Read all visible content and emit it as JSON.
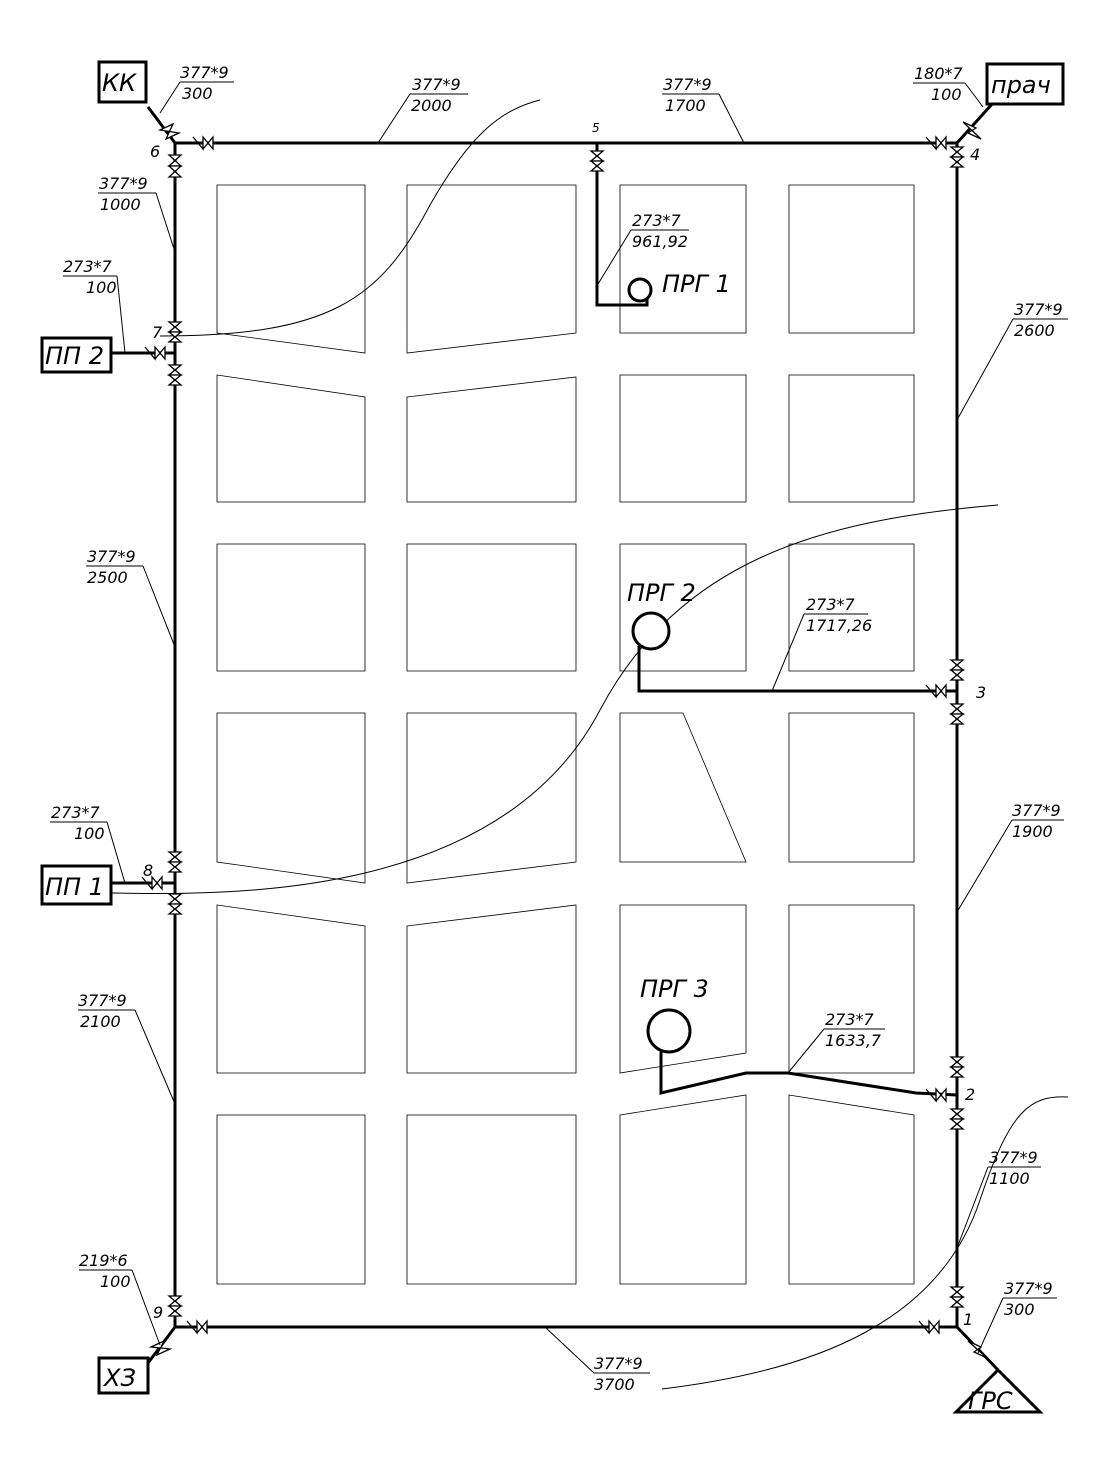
{
  "facilities": {
    "kk": "КК",
    "prach": "прач",
    "pp2": "ПП 2",
    "pp1": "ПП 1",
    "xz": "ХЗ",
    "grs": "ГРС"
  },
  "regulators": {
    "prg1": "ПРГ 1",
    "prg2": "ПРГ 2",
    "prg3": "ПРГ 3"
  },
  "nodes": {
    "n1": "1",
    "n2": "2",
    "n3": "3",
    "n4": "4",
    "n5": "5",
    "n6": "6",
    "n7": "7",
    "n8": "8",
    "n9": "9"
  },
  "segments": {
    "kk": {
      "pipe": "377*9",
      "length": "300"
    },
    "top_left": {
      "pipe": "377*9",
      "length": "2000"
    },
    "top_right": {
      "pipe": "377*9",
      "length": "1700"
    },
    "prach": {
      "pipe": "180*7",
      "length": "100"
    },
    "left_1": {
      "pipe": "377*9",
      "length": "1000"
    },
    "pp2": {
      "pipe": "273*7",
      "length": "100"
    },
    "prg1": {
      "pipe": "273*7",
      "length": "961,92"
    },
    "right_1": {
      "pipe": "377*9",
      "length": "2600"
    },
    "left_2": {
      "pipe": "377*9",
      "length": "2500"
    },
    "prg2": {
      "pipe": "273*7",
      "length": "1717,26"
    },
    "pp1": {
      "pipe": "273*7",
      "length": "100"
    },
    "right_2": {
      "pipe": "377*9",
      "length": "1900"
    },
    "left_3": {
      "pipe": "377*9",
      "length": "2100"
    },
    "prg3": {
      "pipe": "273*7",
      "length": "1633,7"
    },
    "right_3": {
      "pipe": "377*9",
      "length": "1100"
    },
    "xz": {
      "pipe": "219*6",
      "length": "100"
    },
    "grs": {
      "pipe": "377*9",
      "length": "300"
    },
    "bottom": {
      "pipe": "377*9",
      "length": "3700"
    }
  }
}
